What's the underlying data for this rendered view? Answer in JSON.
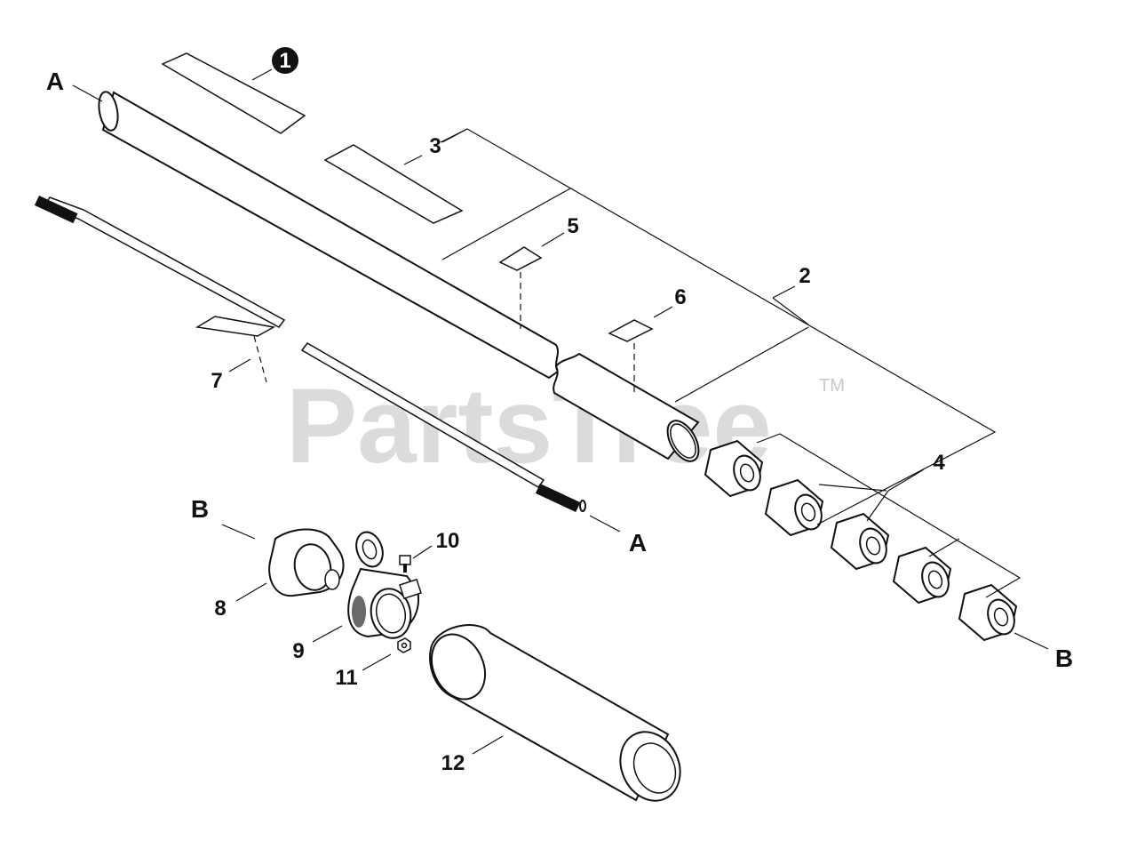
{
  "watermark": {
    "text": "PartsTree",
    "trademark": "TM"
  },
  "callouts": {
    "c1": "1",
    "c2": "2",
    "c3": "3",
    "c4": "4",
    "c5": "5",
    "c6": "6",
    "c7": "7",
    "c8": "8",
    "c9": "9",
    "c10": "10",
    "c11": "11",
    "c12": "12"
  },
  "connectors": {
    "a_top": "A",
    "a_bottom": "A",
    "b_left": "B",
    "b_right": "B"
  },
  "colors": {
    "ink": "#111111",
    "watermark": "#c8c8c8",
    "background": "#ffffff"
  }
}
